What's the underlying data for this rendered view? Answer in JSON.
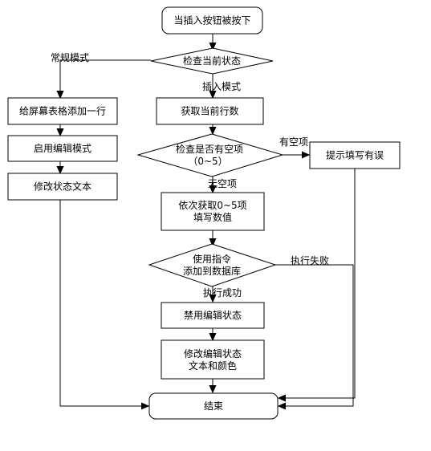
{
  "nodes": {
    "start": "当插入按钮被按下",
    "check_state": "检查当前状态",
    "add_row": "给屏幕表格添加一行",
    "enable_edit": "启用编辑模式",
    "modify_state_text": "修改状态文本",
    "get_row_count": "获取当前行数",
    "check_empty_line1": "检查是否有空项",
    "check_empty_line2": "（0~5）",
    "prompt_error": "提示填写有误",
    "fill_values_line1": "依次获取0~5项",
    "fill_values_line2": "填写数值",
    "db_line1": "使用指令",
    "db_line2": "添加到数据库",
    "disable_edit": "禁用编辑状态",
    "modify_edit_line1": "修改编辑状态",
    "modify_edit_line2": "文本和颜色",
    "end": "结束"
  },
  "edges": {
    "normal_mode": "常规模式",
    "insert_mode": "插入模式",
    "has_empty": "有空项",
    "no_empty": "无空项",
    "exec_fail": "执行失败",
    "exec_success": "执行成功"
  }
}
